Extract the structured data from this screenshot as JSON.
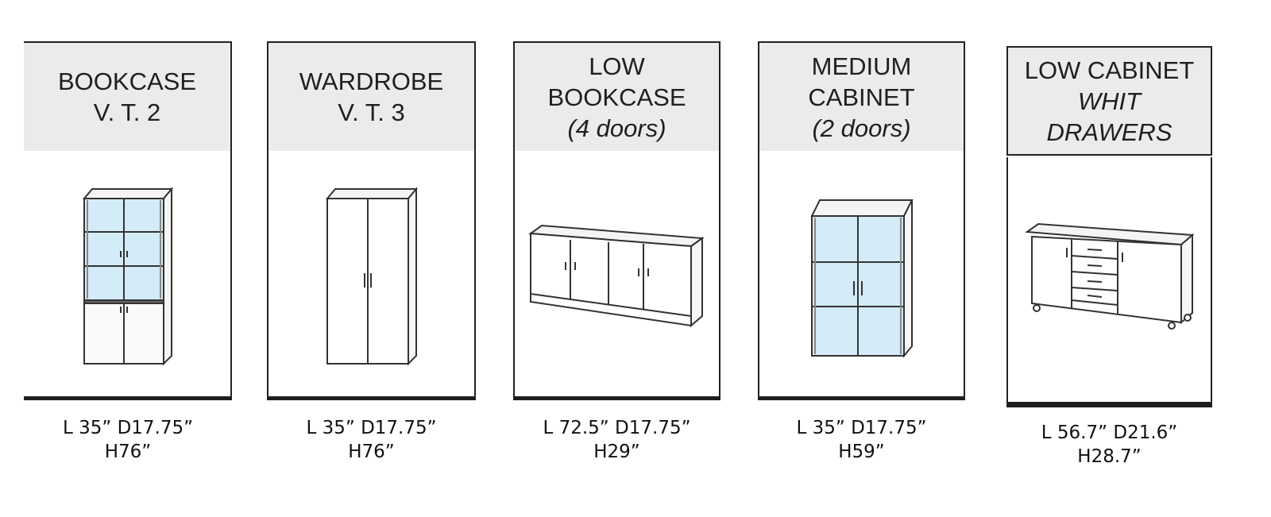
{
  "items": [
    {
      "title_lines": [
        "BOOKCASE",
        "V. T. 2"
      ],
      "dims": [
        "L 35” D17.75”",
        "H76”"
      ]
    },
    {
      "title_lines": [
        "WARDROBE",
        "V. T. 3"
      ],
      "dims": [
        "L 35” D17.75”",
        "H76”"
      ]
    },
    {
      "title_lines": [
        "LOW",
        "BOOKCASE",
        "(4 doors)"
      ],
      "dims": [
        "L 72.5” D17.75”",
        "H29”"
      ]
    },
    {
      "title_lines": [
        "MEDIUM",
        "CABINET",
        "(2 doors)"
      ],
      "dims": [
        "L 35” D17.75”",
        "H59”"
      ]
    },
    {
      "title_lines": [
        "LOW CABINET",
        "WHIT",
        "DRAWERS"
      ],
      "dims": [
        "L 56.7” D21.6”",
        "H28.7”"
      ]
    }
  ],
  "colors": {
    "header_bg": "#ebebeb",
    "border": "#222222",
    "glass": "#d4ebf8"
  },
  "icons": [
    "bookcase-icon",
    "wardrobe-icon",
    "low-bookcase-icon",
    "medium-cabinet-icon",
    "low-cabinet-drawers-icon"
  ]
}
